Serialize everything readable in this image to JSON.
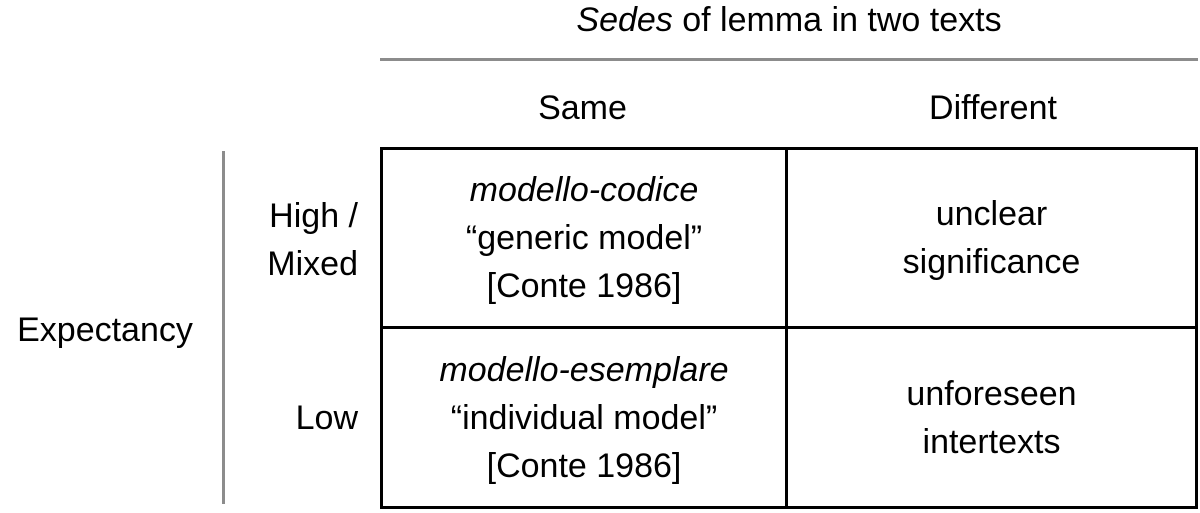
{
  "header": {
    "title_italic": "Sedes",
    "title_rest": " of lemma in two texts"
  },
  "columns": {
    "same": "Same",
    "different": "Different"
  },
  "rows": {
    "axis_label": "Expectancy",
    "high_line1": "High /",
    "high_line2": "Mixed",
    "low": "Low"
  },
  "cells": {
    "high_same": {
      "term": "modello-codice",
      "gloss": "“generic model”",
      "cite": "[Conte 1986]"
    },
    "high_different": {
      "line1": "unclear",
      "line2": "significance"
    },
    "low_same": {
      "term": "modello-esemplare",
      "gloss": "“individual model”",
      "cite": "[Conte 1986]"
    },
    "low_different": {
      "line1": "unforeseen",
      "line2": "intertexts"
    }
  }
}
